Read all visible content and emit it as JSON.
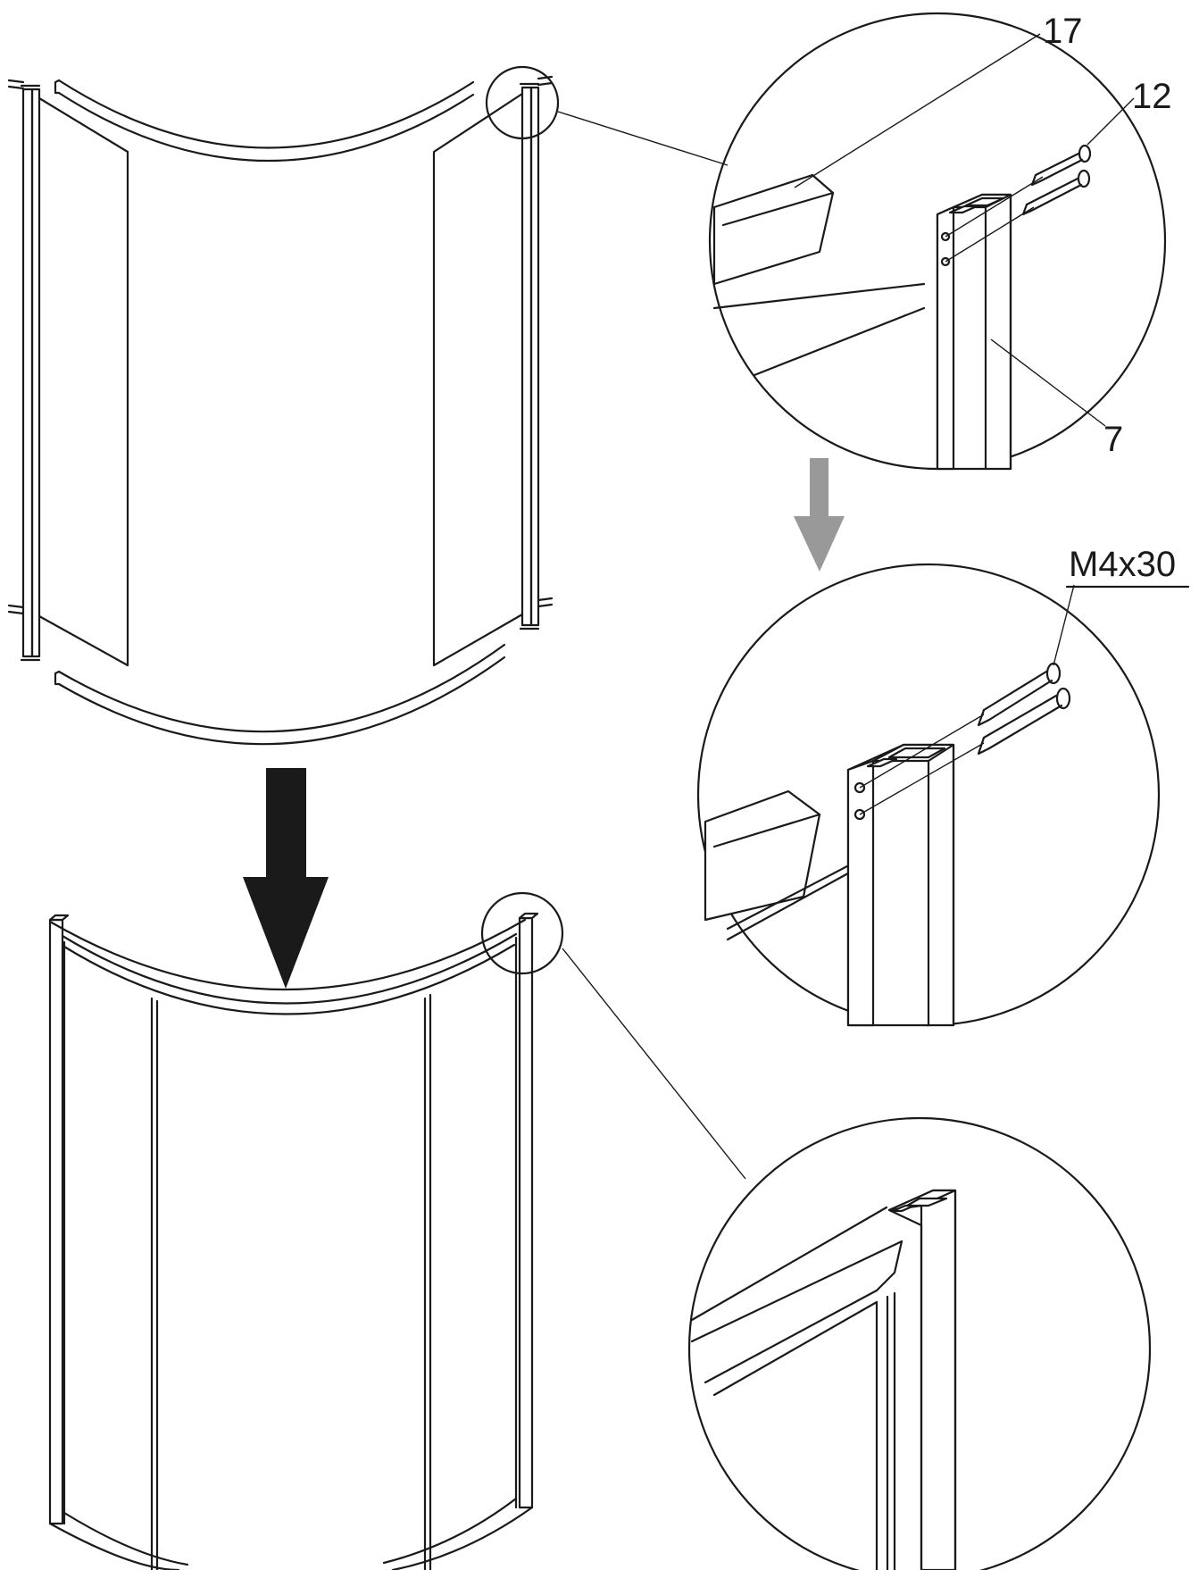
{
  "labels": {
    "part_17": "17",
    "part_12": "12",
    "part_7": "7",
    "screw_size": "M4x30"
  },
  "colors": {
    "ink": "#1a1a1a",
    "arrow_dark": "#1a1a1a",
    "arrow_gray": "#999999",
    "background": "#ffffff"
  }
}
